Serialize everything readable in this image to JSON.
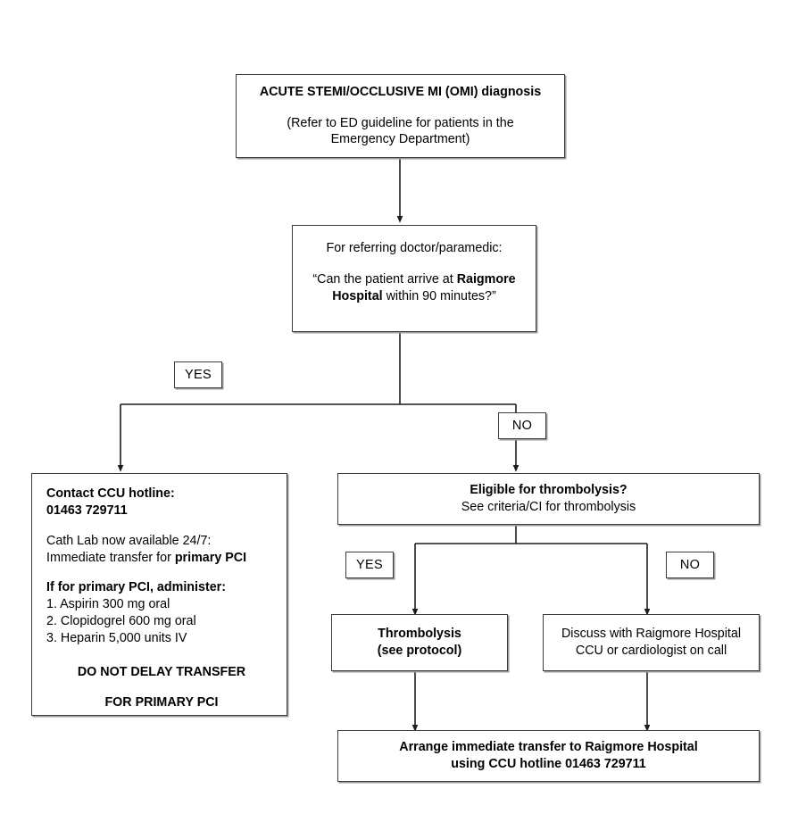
{
  "diagram": {
    "title_semantic": "acute-stemi-omi-referral-pathway",
    "colors": {
      "box_border": "#3b3b3b",
      "box_shadow": "#9a9a9a",
      "connector": "#1c1c1c",
      "background": "#ffffff",
      "text": "#000000"
    }
  },
  "nodes": {
    "diagnosis": {
      "heading": "ACUTE STEMI/OCCLUSIVE MI (OMI) diagnosis",
      "note_line1": "(Refer to ED guideline for patients in the",
      "note_line2": "Emergency Department)"
    },
    "referral_question": {
      "prompt": "For referring doctor/paramedic:",
      "question_part1": "“Can the patient arrive at ",
      "question_bold1": "Raigmore",
      "question_bold2": "Hospital",
      "question_part2": " within 90 minutes?”"
    },
    "ccu_hotline": {
      "heading_line1": "Contact CCU hotline:",
      "heading_line2": "01463 729711",
      "cath_line1": "Cath Lab now available 24/7:",
      "cath_line2_prefix": "Immediate transfer for ",
      "cath_line2_bold": "primary PCI",
      "admin_heading": "If for primary PCI, administer:",
      "drug_1": "1. Aspirin 300 mg oral",
      "drug_2": "2. Clopidogrel 600 mg oral",
      "drug_3": "3. Heparin 5,000 units IV",
      "warning_line1": "DO NOT DELAY TRANSFER",
      "warning_line2": "FOR PRIMARY PCI"
    },
    "thrombolysis_eligibility": {
      "heading": "Eligible for thrombolysis?",
      "subtext": "See criteria/CI for thrombolysis"
    },
    "thrombolysis": {
      "line1": "Thrombolysis",
      "line2": "(see protocol)"
    },
    "discuss": {
      "line1": "Discuss with Raigmore Hospital",
      "line2": "CCU or cardiologist on call"
    },
    "arrange_transfer": {
      "line1": "Arrange immediate transfer to Raigmore Hospital",
      "line2": "using CCU hotline 01463 729711"
    }
  },
  "edge_labels": {
    "yes_upper": "YES",
    "no_upper": "NO",
    "yes_lower": "YES",
    "no_lower": "NO"
  }
}
